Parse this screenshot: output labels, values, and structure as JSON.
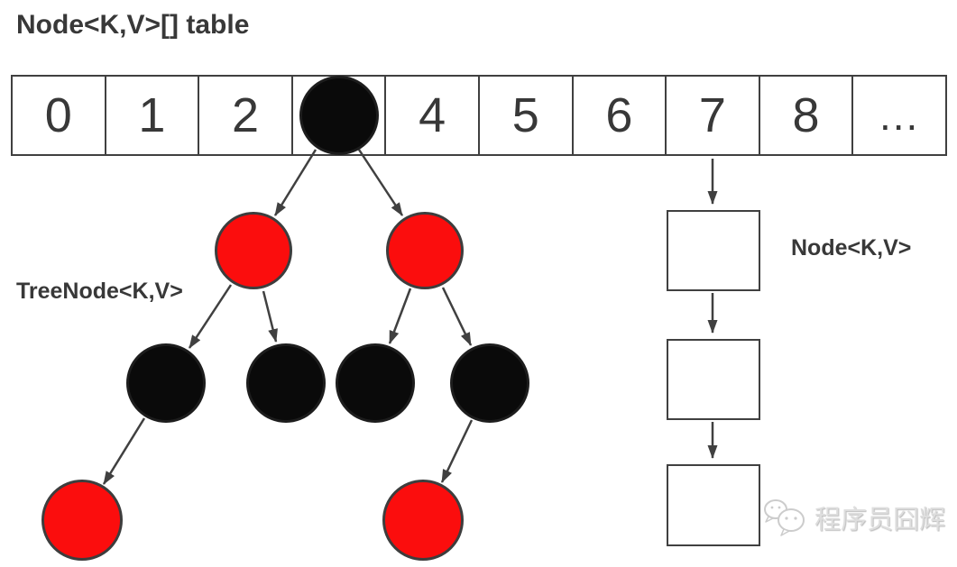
{
  "title": "Node<K,V>[] table",
  "array": {
    "cells": [
      "0",
      "1",
      "2",
      "",
      "4",
      "5",
      "6",
      "7",
      "8",
      "..."
    ],
    "tree_bucket_index": 3,
    "list_bucket_index": 7
  },
  "labels": {
    "tree_node_type": "TreeNode<K,V>",
    "list_node_type": "Node<K,V>"
  },
  "tree": {
    "type": "red-black-tree",
    "nodes": [
      {
        "id": "root",
        "color": "black",
        "parent": null
      },
      {
        "id": "left",
        "color": "red",
        "parent": "root"
      },
      {
        "id": "right",
        "color": "red",
        "parent": "root"
      },
      {
        "id": "left-left",
        "color": "black",
        "parent": "left"
      },
      {
        "id": "left-right",
        "color": "black",
        "parent": "left"
      },
      {
        "id": "right-left",
        "color": "black",
        "parent": "right"
      },
      {
        "id": "right-right",
        "color": "black",
        "parent": "right"
      },
      {
        "id": "left-left-left",
        "color": "red",
        "parent": "left-left"
      },
      {
        "id": "right-right-left",
        "color": "red",
        "parent": "right-right"
      }
    ]
  },
  "linked_list": {
    "node_count": 3
  },
  "watermark": {
    "text": "程序员囧辉",
    "icon": "chat-bubbles-icon"
  },
  "colors": {
    "line": "#404040",
    "node_red": "#fb0d0d",
    "node_black": "#0a0a0a",
    "text": "#383838",
    "watermark": "#dedede"
  }
}
